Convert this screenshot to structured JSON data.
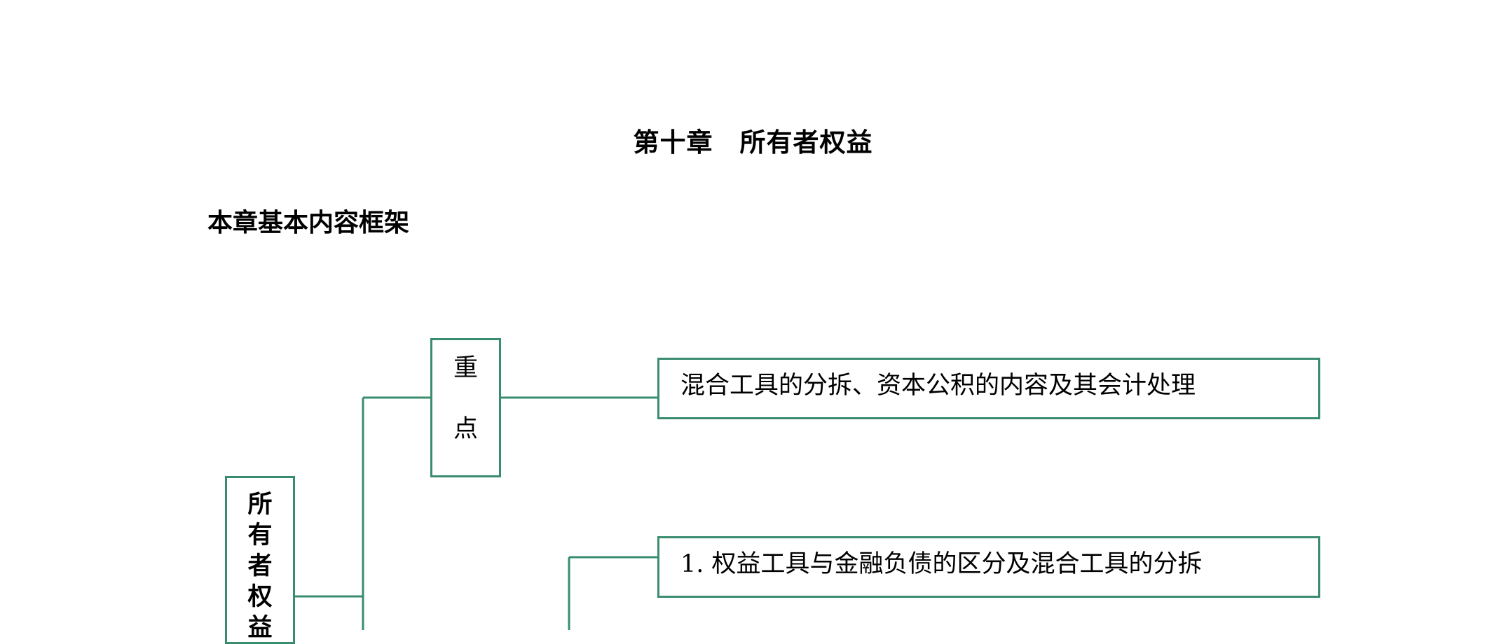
{
  "document": {
    "chapter_title": "第十章　所有者权益",
    "section_title": "本章基本内容框架"
  },
  "framework": {
    "root": {
      "label": "所有者权益",
      "chars": [
        "所",
        "有",
        "者",
        "权",
        "益"
      ]
    },
    "key_points": {
      "label": "重点",
      "chars": [
        "重",
        "点"
      ],
      "content": "混合工具的分拆、资本公积的内容及其会计处理"
    },
    "items": [
      "1. 权益工具与金融负债的区分及混合工具的分拆"
    ]
  },
  "colors": {
    "box_border": "#3a8c6e",
    "connector": "#3a8c6e",
    "text": "#000000"
  }
}
